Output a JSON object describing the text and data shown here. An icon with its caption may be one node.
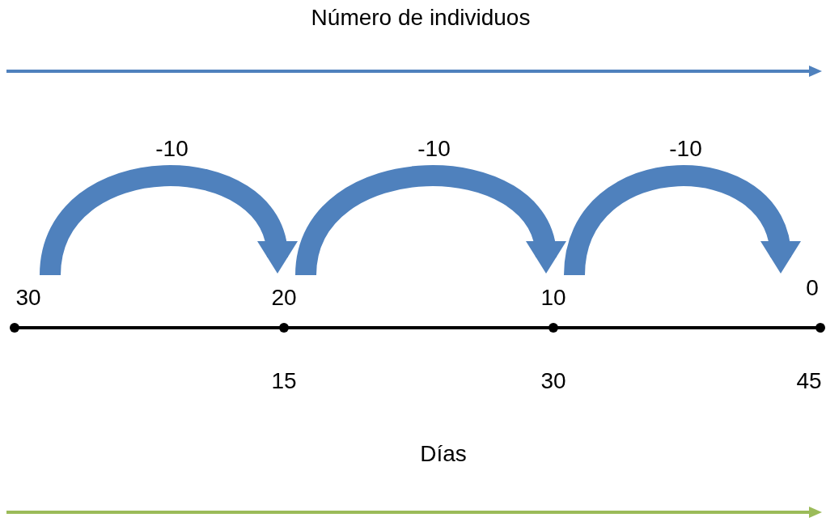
{
  "diagram": {
    "nodes": [
      {
        "text": [
          "30"
        ]
      },
      {
        "text": [
          "20"
        ]
      },
      {
        "text": [
          "10"
        ]
      },
      {
        "text": [
          "0"
        ]
      }
    ],
    "edges": [
      {
        "from": 0,
        "to": 1,
        "arrow": "to",
        "label": "-10"
      },
      {
        "from": 1,
        "to": 2,
        "arrow": "to",
        "label": "-10"
      },
      {
        "from": 2,
        "to": 3,
        "arrow": "to",
        "label": "-10"
      }
    ],
    "labels": [
      "Número de individuos",
      "15",
      "30",
      "45",
      "Días"
    ]
  }
}
